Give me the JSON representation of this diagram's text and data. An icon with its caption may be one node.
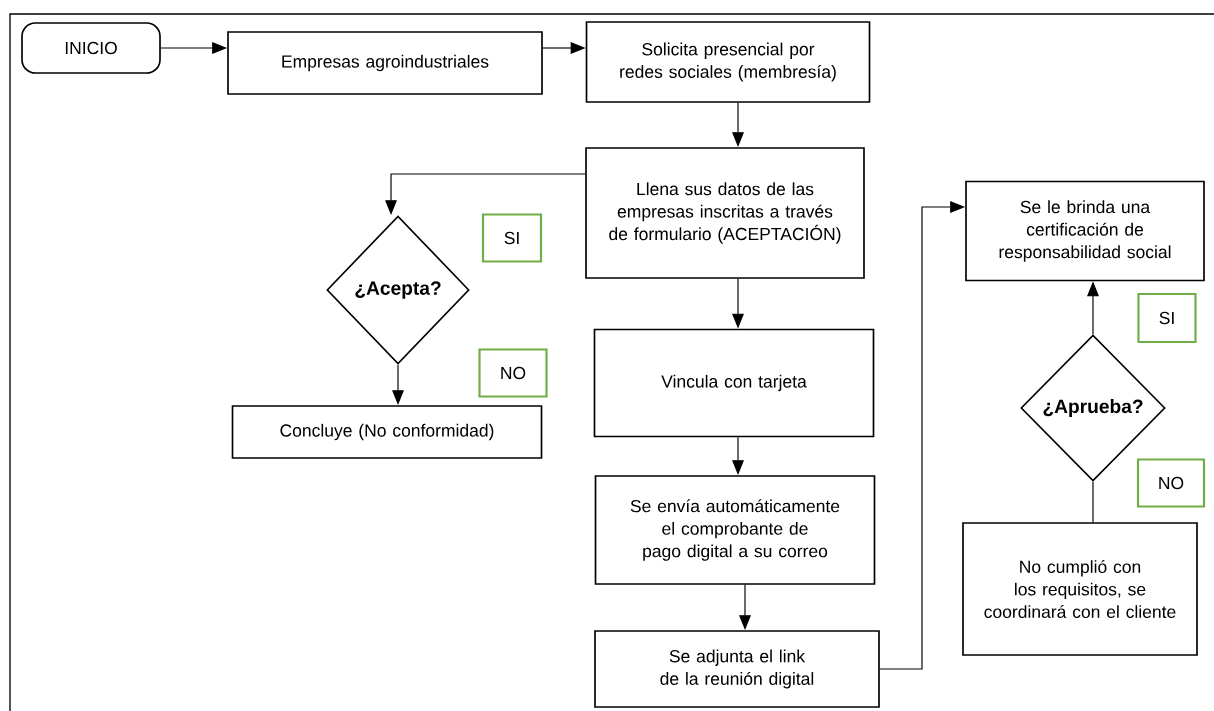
{
  "diagram": {
    "nodes": [
      {
        "text": [
          "INICIO"
        ]
      },
      {
        "text": [
          "Empresas agroindustriales"
        ]
      },
      {
        "text": [
          "Solicita presencial por redes sociales (membresía)"
        ]
      },
      {
        "text": [
          "Llena sus datos de las empresas inscritas a través de formulario (ACEPTACIÓN)"
        ]
      },
      {
        "text": [
          "¿Acepta?"
        ]
      },
      {
        "text": [
          "SI"
        ]
      },
      {
        "text": [
          "NO"
        ]
      },
      {
        "text": [
          "Concluye (No conformidad)"
        ]
      },
      {
        "text": [
          "Vincula con tarjeta"
        ]
      },
      {
        "text": [
          "Se envía automáticamente el comprobante de pago digital a su correo"
        ]
      },
      {
        "text": [
          "Se adjunta el link de la reunión digital"
        ]
      },
      {
        "text": [
          "Se le brinda una certificación de responsabilidad social"
        ]
      },
      {
        "text": [
          "SI"
        ]
      },
      {
        "text": [
          "¿Aprueba?"
        ]
      },
      {
        "text": [
          "NO"
        ]
      },
      {
        "text": [
          "No cumplió con los requisitos, se coordinará con el cliente"
        ]
      }
    ],
    "edges": [
      {
        "from": 0,
        "to": 1,
        "arrow": "to"
      },
      {
        "from": 1,
        "to": 2,
        "arrow": "to"
      },
      {
        "from": 2,
        "to": 3,
        "arrow": "to"
      },
      {
        "from": 3,
        "to": 4,
        "arrow": "to"
      },
      {
        "from": 4,
        "to": 7,
        "arrow": "to"
      },
      {
        "from": 3,
        "to": 8,
        "arrow": "to"
      },
      {
        "from": 8,
        "to": 9,
        "arrow": "to"
      },
      {
        "from": 9,
        "to": 10,
        "arrow": "to"
      },
      {
        "from": 10,
        "to": 11,
        "arrow": "to"
      },
      {
        "from": 13,
        "to": 11,
        "arrow": "to"
      },
      {
        "from": 15,
        "to": 13,
        "arrow": "none"
      }
    ]
  }
}
